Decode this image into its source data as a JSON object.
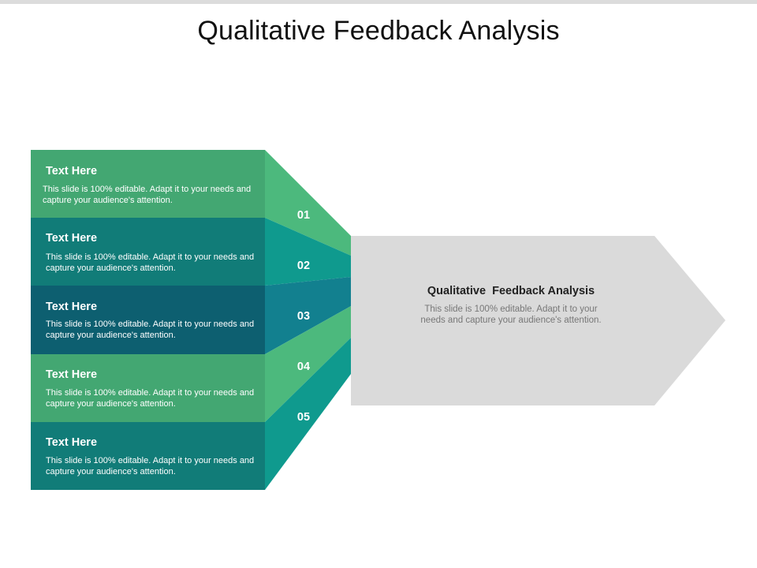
{
  "slide": {
    "title": "Qualitative Feedback Analysis"
  },
  "steps": [
    {
      "number": "01",
      "heading": "Text Here",
      "body": "This slide is 100% editable. Adapt it to your needs and capture your audience's attention.",
      "color": "#43a772"
    },
    {
      "number": "02",
      "heading": "Text Here",
      "body": "This slide is 100% editable. Adapt it to your needs and capture your audience's attention.",
      "color": "#117c78"
    },
    {
      "number": "03",
      "heading": "Text Here",
      "body": "This slide is 100% editable. Adapt it to your needs and capture your audience's attention.",
      "color": "#0d5f70"
    },
    {
      "number": "04",
      "heading": "Text Here",
      "body": "This slide is 100% editable. Adapt it to your needs and capture your audience's attention.",
      "color": "#43a772"
    },
    {
      "number": "05",
      "heading": "Text Here",
      "body": "This slide is 100% editable. Adapt it to your needs and capture your audience's attention.",
      "color": "#117c78"
    }
  ],
  "arrow": {
    "title": "Qualitative  Feedback Analysis",
    "body": "This slide is 100% editable. Adapt it to your needs and capture your audience's attention.",
    "color": "#dadada"
  },
  "colors": {
    "wedge_light_green": "#4cb97d",
    "wedge_teal": "#0f9a8e",
    "wedge_blue_teal": "#12808f"
  }
}
